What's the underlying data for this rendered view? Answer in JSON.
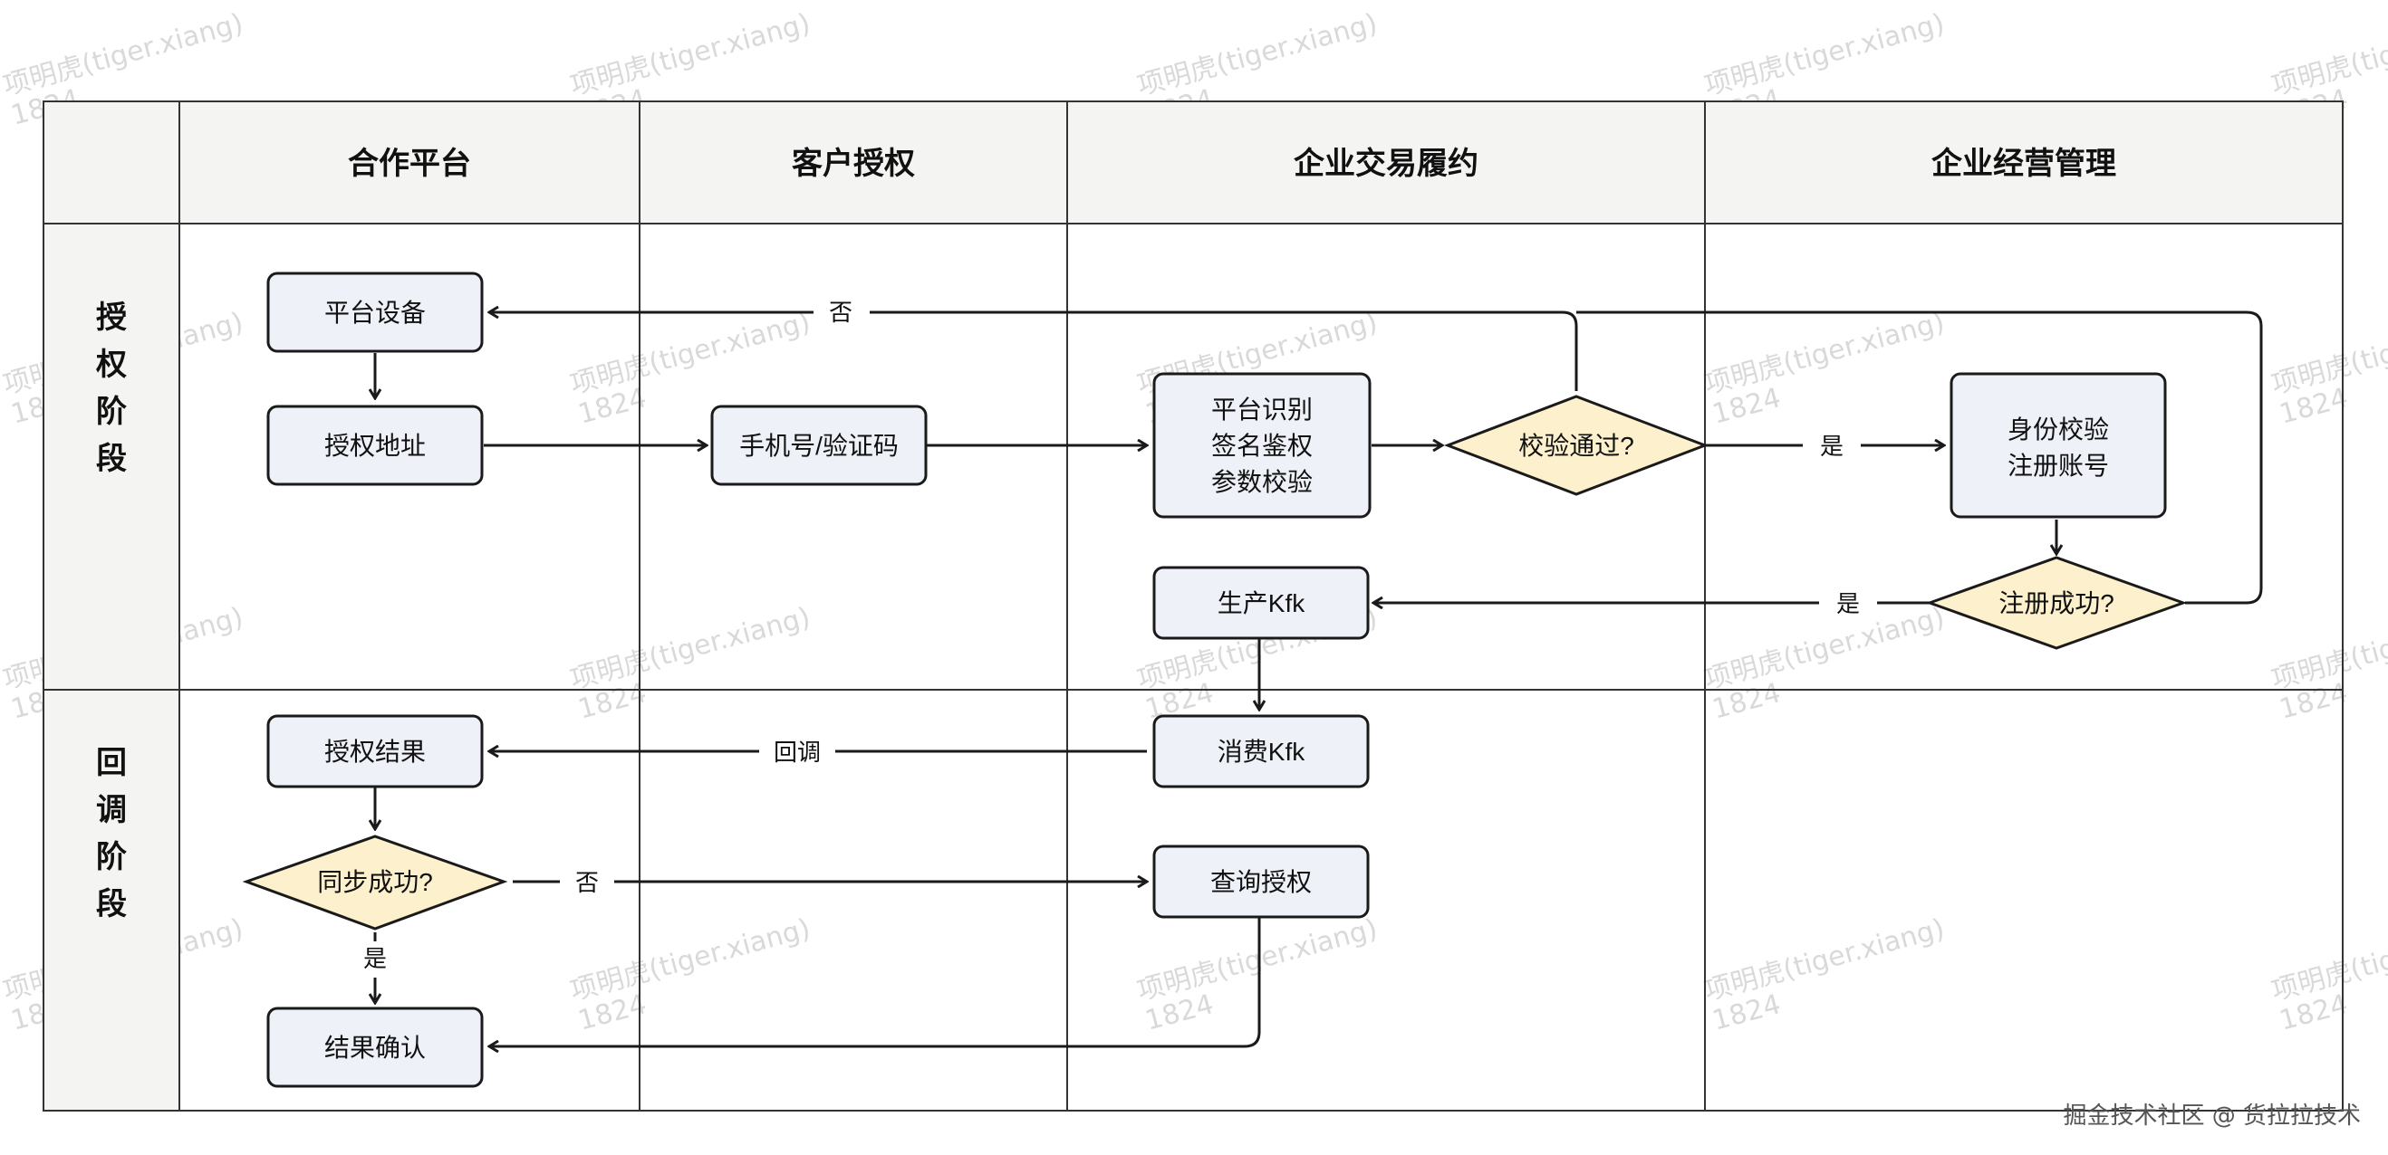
{
  "columns": {
    "partner_platform": "合作平台",
    "customer_auth": "客户授权",
    "enterprise_trade": "企业交易履约",
    "enterprise_mgmt": "企业经营管理"
  },
  "rows": {
    "auth_stage": "授\n权\n阶\n段",
    "callback_stage": "回\n调\n阶\n段"
  },
  "nodes": {
    "platform_device": "平台设备",
    "auth_address": "授权地址",
    "phone_code": "手机号/验证码",
    "platform_check": [
      "平台识别",
      "签名鉴权",
      "参数校验"
    ],
    "verify_pass": "校验通过?",
    "identity_check": [
      "身份校验",
      "注册账号"
    ],
    "register_success": "注册成功?",
    "produce_kfk": "生产Kfk",
    "consume_kfk": "消费Kfk",
    "auth_result": "授权结果",
    "sync_success": "同步成功?",
    "query_auth": "查询授权",
    "result_confirm": "结果确认"
  },
  "edge_labels": {
    "no_top": "否",
    "yes_verify": "是",
    "yes_register": "是",
    "callback": "回调",
    "no_sync": "否",
    "yes_sync": "是"
  },
  "watermark": "项明虎(tiger.xiang)\n1824",
  "footer": "掘金技术社区 @ 货拉拉技术",
  "colors": {
    "process_fill": "#eef1f8",
    "decision_fill": "#fdf0cc",
    "header_fill": "#f4f4f2",
    "line": "#1a1a1a",
    "grid": "#333333"
  }
}
